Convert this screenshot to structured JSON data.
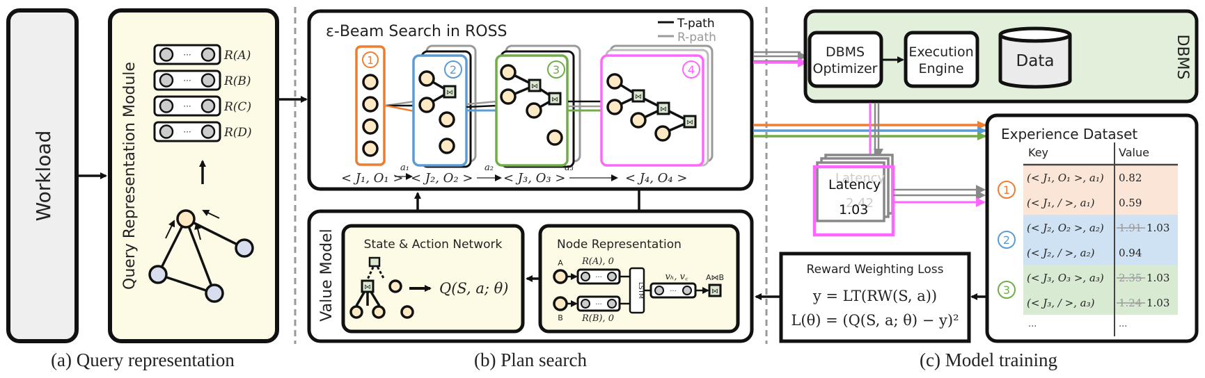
{
  "colors": {
    "orange": "#ED7D31",
    "blue": "#5B9BD5",
    "green": "#70AD47",
    "magenta": "#FF66FF",
    "gray": "#888888",
    "cream": "#FDFBE6",
    "node_fill": "#FDE9C4",
    "relation_fill": "#D9DEEE",
    "dbms_fill": "#E2EFDA",
    "join_fill": "#DDE8D2",
    "row_orange": "#FBE5D6",
    "row_blue": "#CFE2F3",
    "row_green": "#D9EAD3"
  },
  "workload": {
    "label": "Workload"
  },
  "query_rep": {
    "title": "Query Representation Module",
    "relations": [
      "R(A)",
      "R(B)",
      "R(C)",
      "R(D)"
    ],
    "dots": "···"
  },
  "captions": {
    "a": "(a) Query representation",
    "b": "(b) Plan search",
    "c": "(c) Model training"
  },
  "beam": {
    "title": "ε-Beam Search in ROSS",
    "legend": [
      {
        "label": "T-path",
        "color": "#111111"
      },
      {
        "label": "R-path",
        "color": "#999999"
      }
    ],
    "stages": [
      {
        "badge": "1",
        "color": "#ED7D31"
      },
      {
        "badge": "2",
        "color": "#5B9BD5"
      },
      {
        "badge": "3",
        "color": "#70AD47"
      },
      {
        "badge": "4",
        "color": "#FF66FF"
      }
    ],
    "states": [
      "< J₁, O₁ >",
      "< J₂, O₂ >",
      "< J₃, O₃ >",
      "< J₄, O₄ >"
    ],
    "actions": [
      "a₁",
      "a₂",
      "a₃"
    ],
    "join_symbol": "⋈"
  },
  "value_model": {
    "title": "Value Model",
    "state_action": {
      "title": "State & Action Network",
      "output": "Q(S, a; θ)"
    },
    "node_rep": {
      "title": "Node Representation",
      "input_a": "A",
      "input_b": "B",
      "rep_a": "R(A), 0",
      "rep_b": "R(B), 0",
      "lstm": "LSTM",
      "hidden": "vₕ, v꜀",
      "output": "A⋈B"
    }
  },
  "dbms": {
    "label": "DBMS",
    "optimizer": [
      "DBMS",
      "Optimizer"
    ],
    "engine": [
      "Execution",
      "Engine"
    ],
    "data": "Data"
  },
  "latency": {
    "label": "Latency",
    "value": "1.03",
    "ghost_label": "Latency",
    "ghost_value": "2.42"
  },
  "reward": {
    "title": "Reward Weighting Loss",
    "eq1": "y = LT(RW(S, a))",
    "eq2": "L(θ) = (Q(S, a; θ) − y)²"
  },
  "experience": {
    "title": "Experience Dataset",
    "columns": [
      "Key",
      "Value"
    ],
    "groups": [
      {
        "badge": "1",
        "rows": [
          {
            "key": "(< J₁, O₁ >, a₁)",
            "old": "",
            "value": "0.82"
          },
          {
            "key": "(< J₁, / >, a₁)",
            "old": "",
            "value": "0.59"
          }
        ]
      },
      {
        "badge": "2",
        "rows": [
          {
            "key": "(< J₂, O₂ >, a₂)",
            "old": "1.91",
            "value": "1.03"
          },
          {
            "key": "(< J₂, / >, a₂)",
            "old": "",
            "value": "0.94"
          }
        ]
      },
      {
        "badge": "3",
        "rows": [
          {
            "key": "(< J₃, O₃ >, a₃)",
            "old": "2.35",
            "value": "1.03"
          },
          {
            "key": "(< J₃, / >, a₃)",
            "old": "1.24",
            "value": "1.03"
          }
        ]
      }
    ],
    "ellipsis_key": "...",
    "ellipsis_value": "..."
  }
}
